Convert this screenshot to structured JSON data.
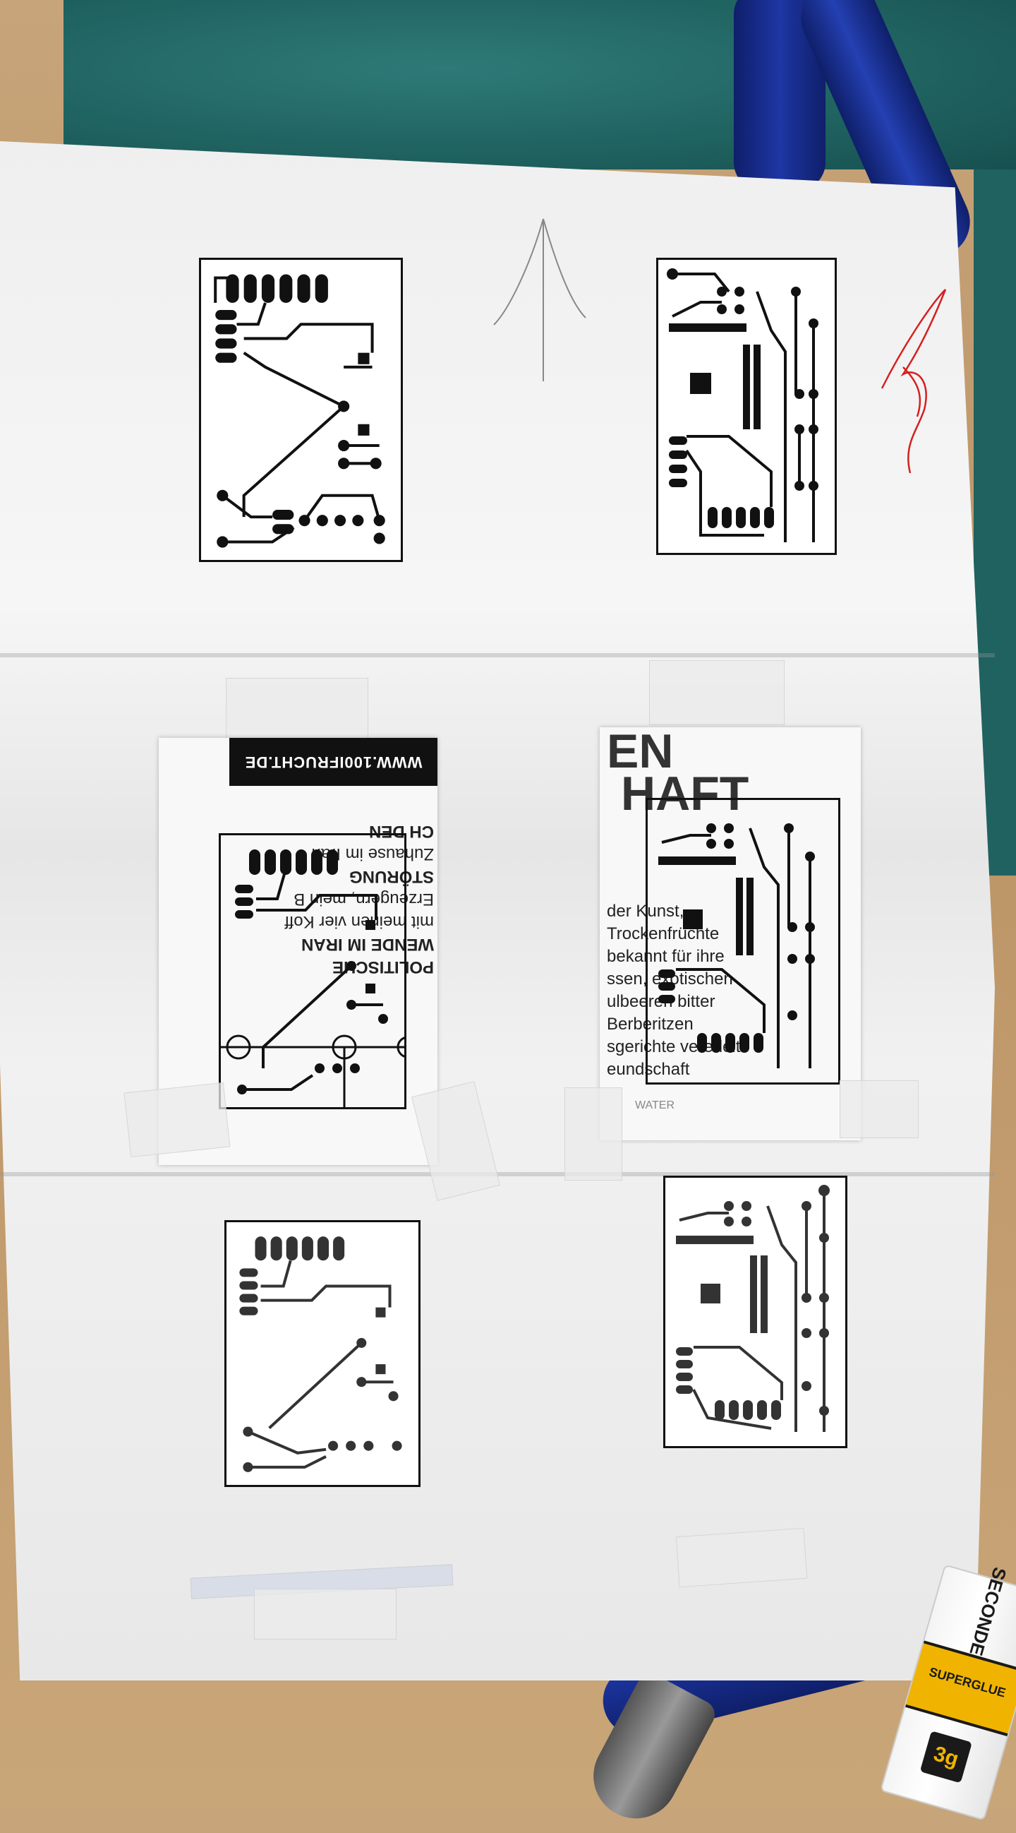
{
  "scene": {
    "description_alt": ""
  },
  "clipping_left": {
    "banner": "WWW.100IFRUCHT.DE",
    "headline_lines": [
      "POLITISCHE",
      "WENDE IM IRAN",
      "STÖRUNG",
      "CH DEN"
    ],
    "body_lines": [
      "mit meinen vier Koff",
      "Erzeugern, mein B",
      "Zuhause im Iran"
    ]
  },
  "clipping_right": {
    "headline_lines": [
      "EN",
      "HAFT"
    ],
    "body_lines": [
      "der Kunst,",
      "Trockenfrüchte",
      "bekannt für ihre",
      "ssen, exotischen",
      "ulbeeren bitter",
      "Berberitzen",
      "sgerichte veredelt",
      "eundschaft"
    ],
    "footer": "WATER"
  },
  "glue_tube": {
    "brand": "SECONDE",
    "product": "SUPERGLUE",
    "size": "3g"
  },
  "colors": {
    "paper": "#f2f2f2",
    "toner": "#111111",
    "mat": "#1f6260",
    "tool_blue": "#1d36a3",
    "glue_yellow": "#f0b400",
    "pencil": "#888888",
    "red_pen": "#d42020"
  }
}
